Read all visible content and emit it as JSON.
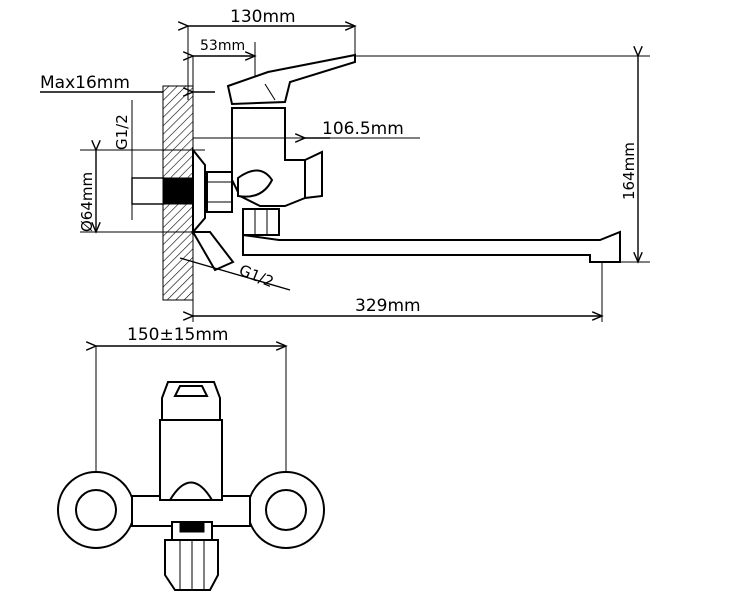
{
  "dimensions": {
    "overall_width_top": "130mm",
    "lever_offset": "53mm",
    "max_wall": "Max16mm",
    "thread_top": "G1/2",
    "spout_height_offset": "106.5mm",
    "flange_diameter": "Ø64mm",
    "height": "164mm",
    "thread_bottom": "G1/2",
    "spout_reach": "329mm",
    "center_distance": "150±15mm"
  },
  "colors": {
    "line": "#000000",
    "background": "#ffffff"
  }
}
